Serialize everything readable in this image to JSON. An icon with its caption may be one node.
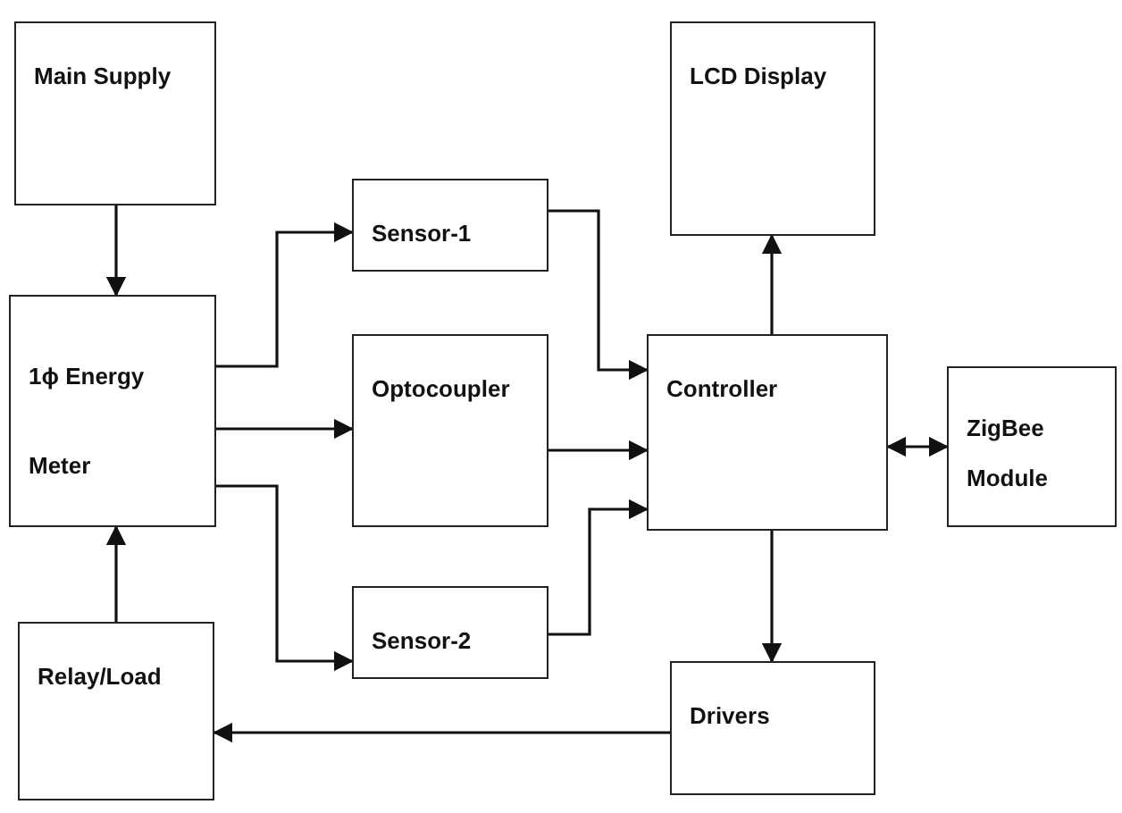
{
  "diagram": {
    "nodes": [
      {
        "text": [
          "Main Supply"
        ]
      },
      {
        "text": [
          "1ϕ Energy Meter"
        ]
      },
      {
        "text": [
          "Sensor-1"
        ]
      },
      {
        "text": [
          "Optocoupler"
        ]
      },
      {
        "text": [
          "Sensor-2"
        ]
      },
      {
        "text": [
          "LCD Display"
        ]
      },
      {
        "text": [
          "Controller"
        ]
      },
      {
        "text": [
          "ZigBee Module"
        ]
      },
      {
        "text": [
          "Relay/Load"
        ]
      },
      {
        "text": [
          "Drivers"
        ]
      }
    ],
    "edges": [
      {
        "from": 0,
        "to": 1,
        "arrow": "to"
      },
      {
        "from": 1,
        "to": 2,
        "arrow": "to"
      },
      {
        "from": 1,
        "to": 3,
        "arrow": "to"
      },
      {
        "from": 1,
        "to": 4,
        "arrow": "to"
      },
      {
        "from": 2,
        "to": 6,
        "arrow": "to"
      },
      {
        "from": 3,
        "to": 6,
        "arrow": "to"
      },
      {
        "from": 4,
        "to": 6,
        "arrow": "to"
      },
      {
        "from": 6,
        "to": 5,
        "arrow": "to"
      },
      {
        "from": 6,
        "to": 7,
        "arrow": "both"
      },
      {
        "from": 6,
        "to": 9,
        "arrow": "to"
      },
      {
        "from": 9,
        "to": 8,
        "arrow": "to"
      },
      {
        "from": 8,
        "to": 1,
        "arrow": "to"
      }
    ]
  }
}
